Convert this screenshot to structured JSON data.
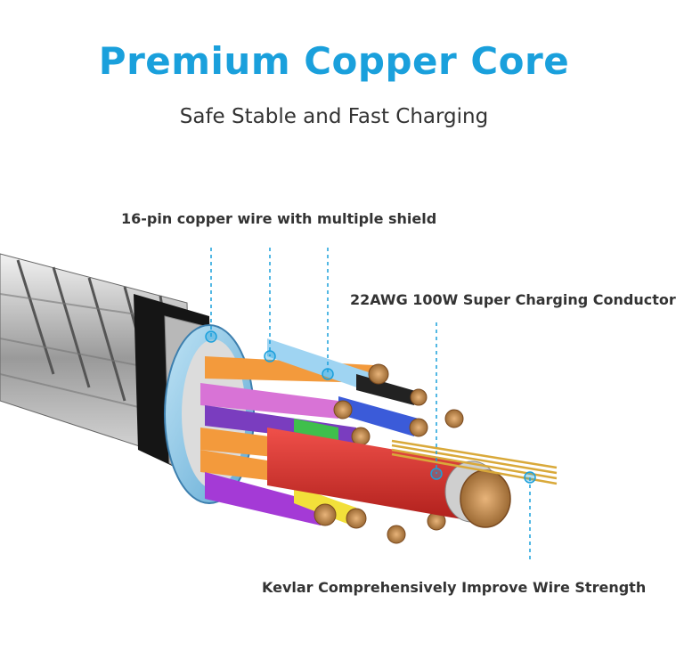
{
  "header": {
    "title": "Premium Copper Core",
    "subtitle": "Safe Stable and Fast Charging"
  },
  "callouts": {
    "shield": "16-pin copper wire with multiple shield",
    "conductor": "22AWG 100W Super Charging Conductor",
    "kevlar": "Kevlar Comprehensively Improve Wire Strength"
  },
  "colors": {
    "accent": "#1aa0dc",
    "text": "#333333",
    "copper": "#c8925a",
    "red_jacket": "#e0332f",
    "shield_blue": "#8fc8e8"
  }
}
